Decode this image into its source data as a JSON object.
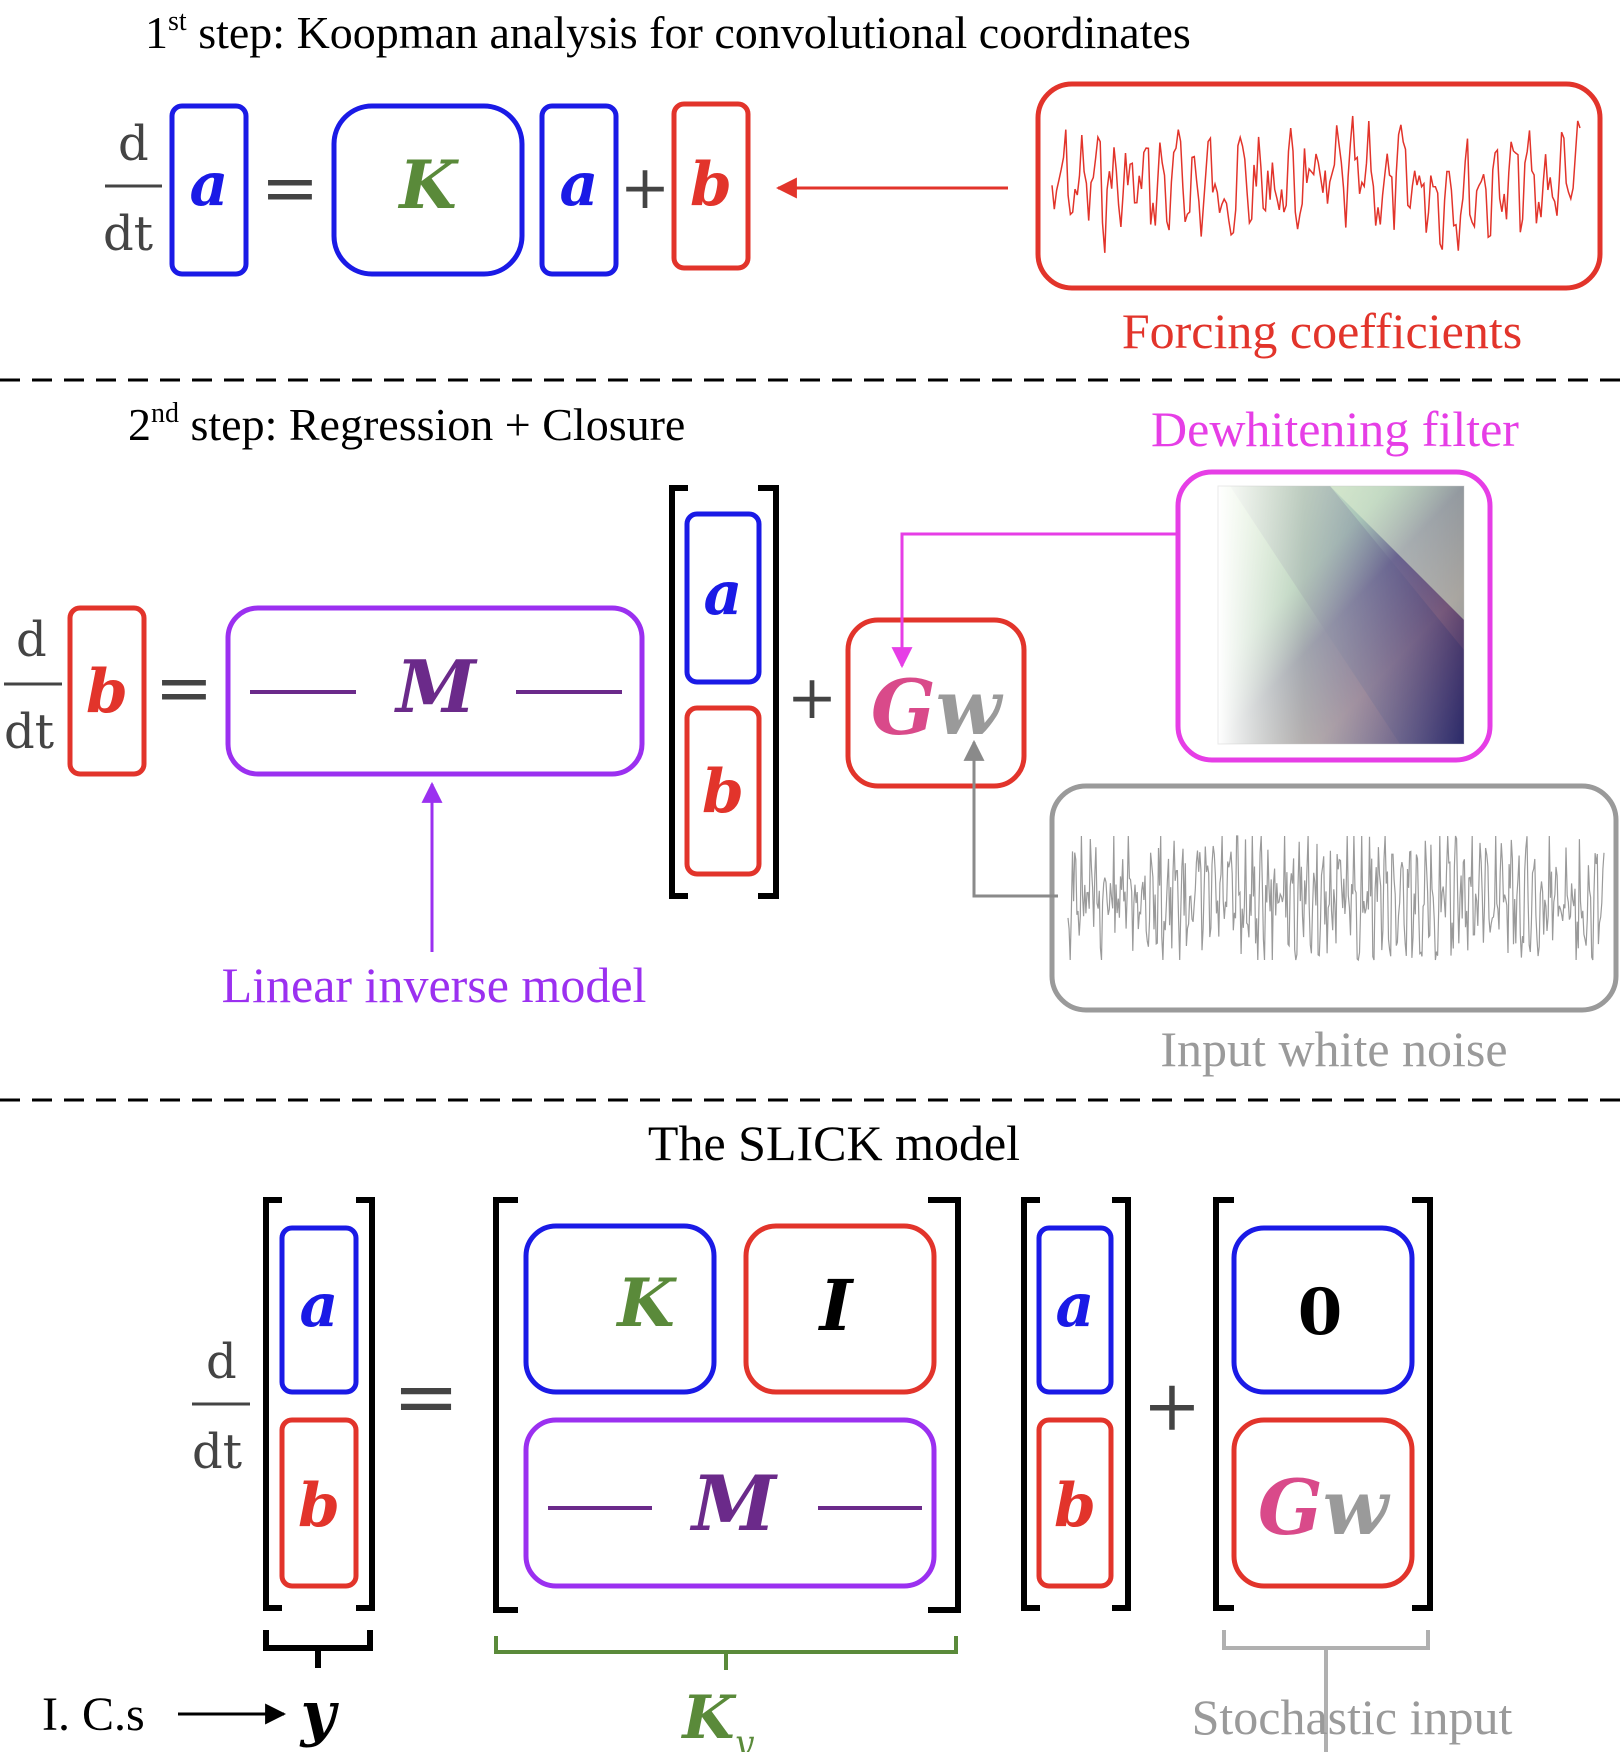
{
  "colors": {
    "blue": "#1a1ae6",
    "red": "#e2342b",
    "green": "#5a8a3a",
    "purple": "#9b30f0",
    "matrix_purple": "#6b2a8a",
    "magenta": "#e63ee6",
    "pink": "#d94a8a",
    "gray": "#9a9a9a",
    "black": "#000000"
  },
  "step1": {
    "title_pre": "1",
    "title_sup": "st",
    "title_post": " step: Koopman analysis for convolutional coordinates",
    "d": "d",
    "dt": "dt",
    "a": "a",
    "K": "K",
    "b": "b",
    "eq": "=",
    "plus": "+",
    "forcing_label": "Forcing coefficients"
  },
  "step2": {
    "title_pre": "2",
    "title_sup": "nd",
    "title_post": " step: Regression + Closure",
    "d": "d",
    "dt": "dt",
    "b": "b",
    "a": "a",
    "M": "M",
    "G": "G",
    "w": "w",
    "eq": "=",
    "plus": "+",
    "dewhitening_label": "Dewhitening filter",
    "lim_label": "Linear inverse model",
    "noise_label": "Input white noise"
  },
  "slick": {
    "title": "The SLICK model",
    "d": "d",
    "dt": "dt",
    "a": "a",
    "b": "b",
    "K": "K",
    "I": "I",
    "M": "M",
    "zero": "0",
    "G": "G",
    "w": "w",
    "eq": "=",
    "plus": "+",
    "ics_label": "I. C.s",
    "y": "y",
    "Ky": "K",
    "Ky_sub": "y",
    "stochastic_label": "Stochastic input"
  }
}
